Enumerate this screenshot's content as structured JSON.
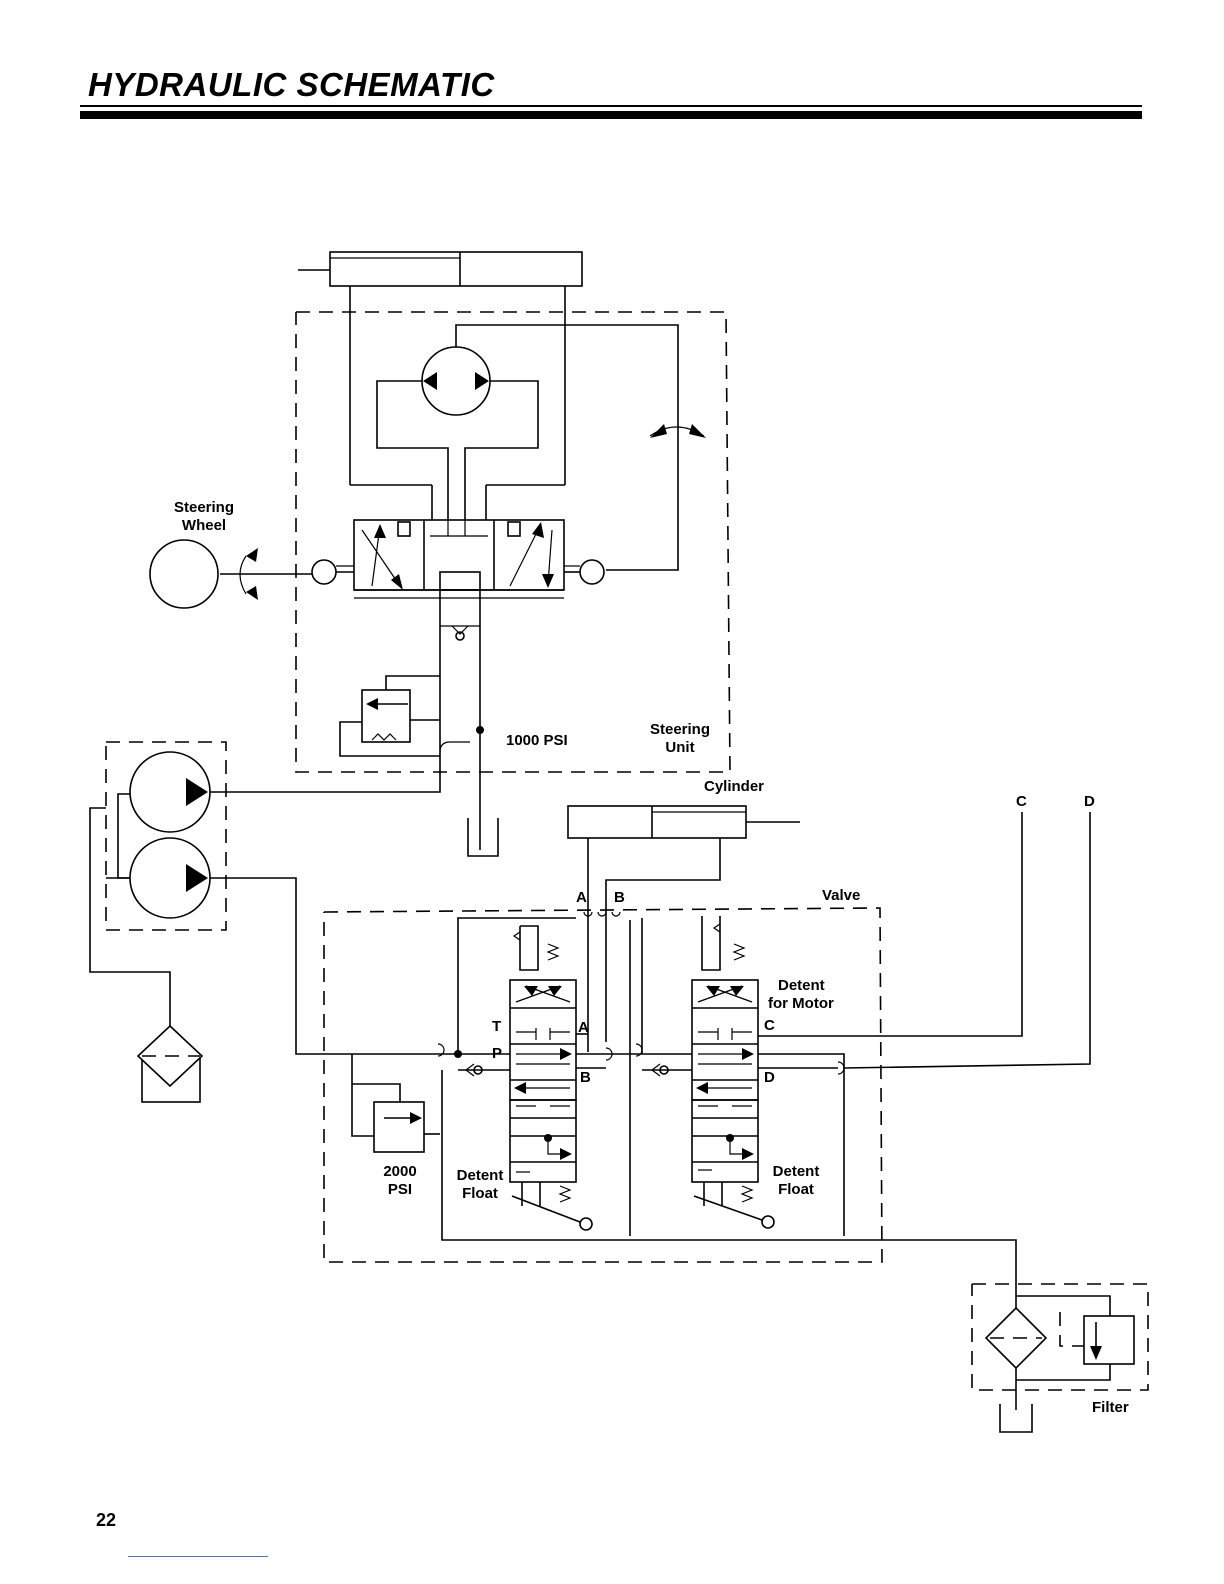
{
  "header": {
    "title": "HYDRAULIC SCHEMATIC"
  },
  "labels": {
    "steering_wheel": [
      "Steering",
      "Wheel"
    ],
    "steering_unit": [
      "Steering",
      "Unit"
    ],
    "relief_1000": "1000 PSI",
    "cylinder": "Cylinder",
    "port_c": "C",
    "port_d": "D",
    "port_a": "A",
    "port_b": "B",
    "valve": "Valve",
    "detent_motor": [
      "Detent",
      "for Motor"
    ],
    "spool_t": "T",
    "spool_p": "P",
    "spool_a": "A",
    "spool_b": "B",
    "spool_c": "C",
    "spool_d": "D",
    "relief_2000": [
      "2000",
      "PSI"
    ],
    "detent_float_left": [
      "Detent",
      "Float"
    ],
    "detent_float_right": [
      "Detent",
      "Float"
    ],
    "filter": "Filter"
  },
  "footer": {
    "page_number": "22"
  }
}
